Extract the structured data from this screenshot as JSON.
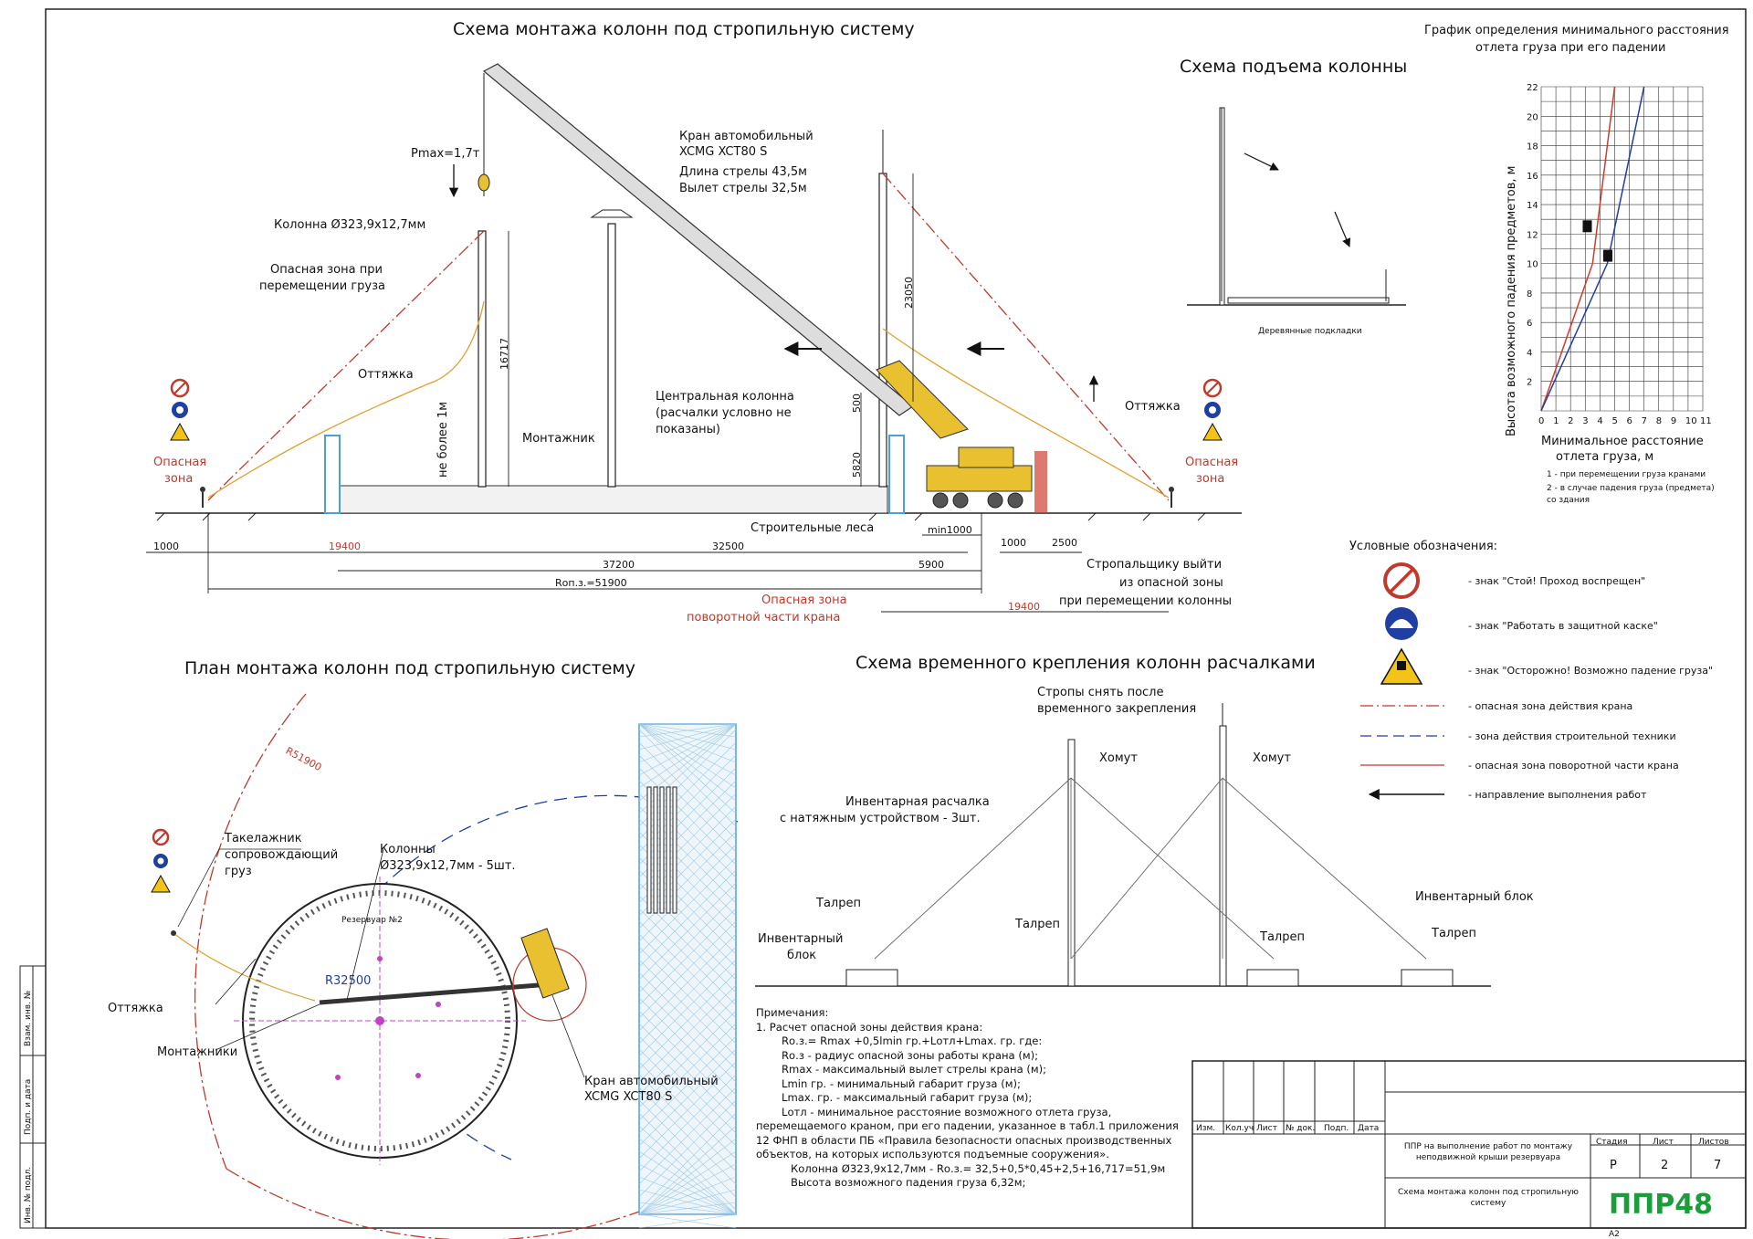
{
  "titles": {
    "main": "Схема монтажа колонн под стропильную систему",
    "lift": "Схема подъема колонны",
    "plan": "План монтажа колонн под стропильную систему",
    "temp": "Схема временного крепления колонн расчалками",
    "graph": "График определения минимального расстояния отлета груза при его падении"
  },
  "elevation": {
    "pmax": "Pmax=1,7т",
    "column": "Колонна Ø323,9х12,7мм",
    "danger_move_1": "Опасная зона при",
    "danger_move_2": "перемещении груза",
    "guy": "Оттяжка",
    "guy_right": "Оттяжка",
    "crane_1": "Кран автомобильный",
    "crane_2": "XCMG XCT80 S",
    "crane_3": "Длина стрелы 43,5м",
    "crane_4": "Вылет стрелы 32,5м",
    "central_1": "Центральная колонна",
    "central_2": "(расчалки условно не",
    "central_3": "показаны)",
    "installer": "Монтажник",
    "scaffold": "Строительные леса",
    "not_more": "не более 1м",
    "danger_left_1": "Опасная",
    "danger_left_2": "зона",
    "danger_right_1": "Опасная",
    "danger_right_2": "зона",
    "slinger_1": "Стропальщику выйти",
    "slinger_2": "из опасной зоны",
    "slinger_3": "при перемещении колонны",
    "rot_1": "Опасная зона",
    "rot_2": "поворотной части крана",
    "dims": {
      "d16717": "16717",
      "d23050": "23050",
      "d500": "500",
      "d5820": "5820",
      "d1000": "1000",
      "d19400": "19400",
      "d37200": "37200",
      "d32500": "32500",
      "d5900": "5900",
      "min1000": "min1000",
      "d1000b": "1000",
      "d2500": "2500",
      "d19400b": "19400",
      "roz": "Rоп.з.=51900"
    }
  },
  "lift": {
    "pads": "Деревянные подкладки"
  },
  "plan": {
    "r51900": "R51900",
    "r32500": "R32500",
    "rigger_1": "Такелажник",
    "rigger_2": "сопровождающий",
    "rigger_3": "груз",
    "columns_1": "Колонны",
    "columns_2": "Ø323,9х12,7мм - 5шт.",
    "guy": "Оттяжка",
    "installers": "Монтажники",
    "crane_1": "Кран автомобильный",
    "crane_2": "XCMG XCT80 S",
    "tank": "Резервуар №2"
  },
  "temp": {
    "slings_1": "Стропы снять после",
    "slings_2": "временного закрепления",
    "clamp_1": "Хомут",
    "clamp_2": "Хомут",
    "brace_1": "Инвентарная расчалка",
    "brace_2": "с натяжным устройством - 3шт.",
    "turnbuckle_1": "Талреп",
    "turnbuckle_2": "Талреп",
    "turnbuckle_3": "Талреп",
    "turnbuckle_4": "Талреп",
    "block_1a": "Инвентарный",
    "block_1b": "блок",
    "block_2": "Инвентарный блок"
  },
  "chart_data": {
    "type": "line",
    "title": "График определения минимального расстояния отлета груза при его падении",
    "xlabel_1": "Минимальное расстояние",
    "xlabel_2": "отлета груза, м",
    "ylabel": "Высота возможного падения предметов, м",
    "x_ticks": [
      "0",
      "1",
      "2",
      "3",
      "4",
      "5",
      "6",
      "7",
      "8",
      "9",
      "10",
      "11"
    ],
    "y_ticks": [
      "2",
      "4",
      "6",
      "8",
      "10",
      "12",
      "14",
      "16",
      "18",
      "20",
      "22"
    ],
    "xlim": [
      0,
      11
    ],
    "ylim": [
      0,
      22
    ],
    "grid": true,
    "series": [
      {
        "name": "1 - при перемещении груза кранами",
        "color": "#d23a2a",
        "x": [
          0,
          3.5,
          5
        ],
        "y": [
          0,
          10,
          22
        ]
      },
      {
        "name": "2 - в случае падения груза (предмета) со здания",
        "color": "#1f3fa3",
        "x": [
          0,
          4.5,
          7
        ],
        "y": [
          0,
          10,
          22
        ]
      }
    ],
    "markers": [
      {
        "x": 3.2,
        "y": 12.5
      },
      {
        "x": 4.6,
        "y": 10.5
      }
    ],
    "legend_1": "1 - при перемещении груза кранами",
    "legend_2a": "2 - в случае падения груза (предмета)",
    "legend_2b": "со здания"
  },
  "legend": {
    "title": "Условные обозначения:",
    "items": [
      "- знак \"Стой! Проход воспрещен\"",
      "- знак \"Работать в защитной каске\"",
      "- знак \"Осторожно! Возможно падение груза\"",
      "- опасная зона действия крана",
      "- зона действия строительной техники",
      "- опасная зона поворотной части крана",
      "- направление выполнения работ"
    ]
  },
  "notes": {
    "head": "Примечания:",
    "lines": [
      "1.   Расчет опасной зоны действия крана:",
      "Rо.з.= Rmax +0,5lmin гр.+Lотл+Lmax. гр. где:",
      "Rо.з - радиус опасной зоны работы крана (м);",
      "Rmax - максимальный вылет стрелы крана (м);",
      "Lmin гр. - минимальный габарит груза (м);",
      "Lmax. гр. - максимальный габарит груза (м);",
      "Lотл - минимальное расстояние возможного отлета груза,",
      "перемещаемого краном, при его падении, указанное в табл.1 приложения",
      "12 ФНП в области ПБ «Правила безопасности опасных производственных",
      "объектов, на которых используются подъемные сооружения».",
      "Колонна Ø323,9х12,7мм - Rо.з.= 32,5+0,5*0,45+2,5+16,717=51,9м",
      "Высота возможного падения груза 6,32м;"
    ]
  },
  "title_block": {
    "cols": [
      "Изм.",
      "Кол.уч",
      "Лист",
      "№ док.",
      "Подп.",
      "Дата"
    ],
    "project": "ППР на выполнение работ по монтажу неподвижной крыши резервуара",
    "sheet_title": "Схема монтажа колонн под стропильную систему",
    "stage_h": "Стадия",
    "sheet_h": "Лист",
    "sheets_h": "Листов",
    "stage": "Р",
    "sheet": "2",
    "sheets": "7",
    "logo": "ППР48",
    "format": "А2",
    "side": [
      "Инв. № подл.",
      "Подп. и дата",
      "Взам. инв. №"
    ]
  },
  "colors": {
    "red": "#c0392b",
    "blue": "#1f3fa3",
    "orange": "#e0a030",
    "crane": "#e8c030",
    "green": "#1a9e3a"
  }
}
